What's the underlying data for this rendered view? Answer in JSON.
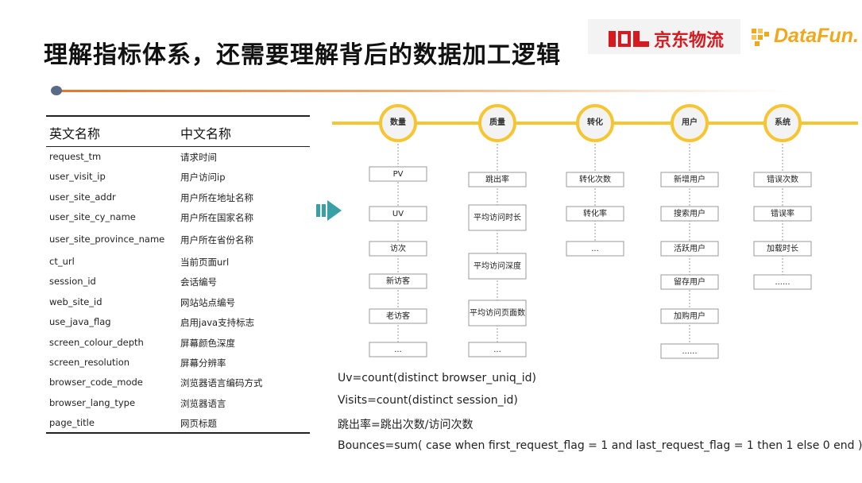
{
  "title": "理解指标体系，还需要理解背后的数据加工逻辑",
  "logos": {
    "jd": "京东物流",
    "jd_mark": "JDL",
    "datafun": "DataFun."
  },
  "table": {
    "headers": [
      "英文名称",
      "中文名称"
    ],
    "rows": [
      [
        "request_tm",
        "请求时间"
      ],
      [
        "user_visit_ip",
        "用户访问ip"
      ],
      [
        "user_site_addr",
        "用户所在地址名称"
      ],
      [
        "user_site_cy_name",
        "用户所在国家名称"
      ],
      [
        "user_site_province_name",
        "用户所在省份名称"
      ],
      [
        "ct_url",
        "当前页面url"
      ],
      [
        "session_id",
        "会话编号"
      ],
      [
        "web_site_id",
        "网站站点编号"
      ],
      [
        "use_java_flag",
        "启用java支持标志"
      ],
      [
        "screen_colour_depth",
        "屏幕颜色深度"
      ],
      [
        "screen_resolution",
        "屏幕分辨率"
      ],
      [
        "browser_code_mode",
        "浏览器语言编码方式"
      ],
      [
        "browser_lang_type",
        "浏览器语言"
      ],
      [
        "page_title",
        "网页标题"
      ]
    ]
  },
  "categories": [
    {
      "name": "数量",
      "items": [
        "PV",
        "UV",
        "访次",
        "新访客",
        "老访客",
        "..."
      ]
    },
    {
      "name": "质量",
      "items": [
        "跳出率",
        "平均访问时长",
        "平均访问深度",
        "平均访问页面数",
        "..."
      ]
    },
    {
      "name": "转化",
      "items": [
        "转化次数",
        "转化率",
        "..."
      ]
    },
    {
      "name": "用户",
      "items": [
        "新增用户",
        "搜索用户",
        "活跃用户",
        "留存用户",
        "加购用户",
        "......"
      ]
    },
    {
      "name": "系统",
      "items": [
        "错误次数",
        "错误率",
        "加载时长",
        "......"
      ]
    }
  ],
  "formulas": [
    "Uv=count(distinct browser_uniq_id)",
    "Visits=count(distinct session_id)",
    "跳出率=跳出次数/访问次数",
    "Bounces=sum( case when first_request_flag = 1 and last_request_flag = 1 then 1 else 0 end )"
  ],
  "colors": {
    "accent_orange": "#e8742c",
    "timeline_yellow": "#f5c532",
    "circle_fill": "#f3f3f3",
    "box_border": "#9a9a9a",
    "arrow_teal": "#3aa0a8",
    "jd_red": "#d71920",
    "datafun_orange": "#f0a81c"
  }
}
